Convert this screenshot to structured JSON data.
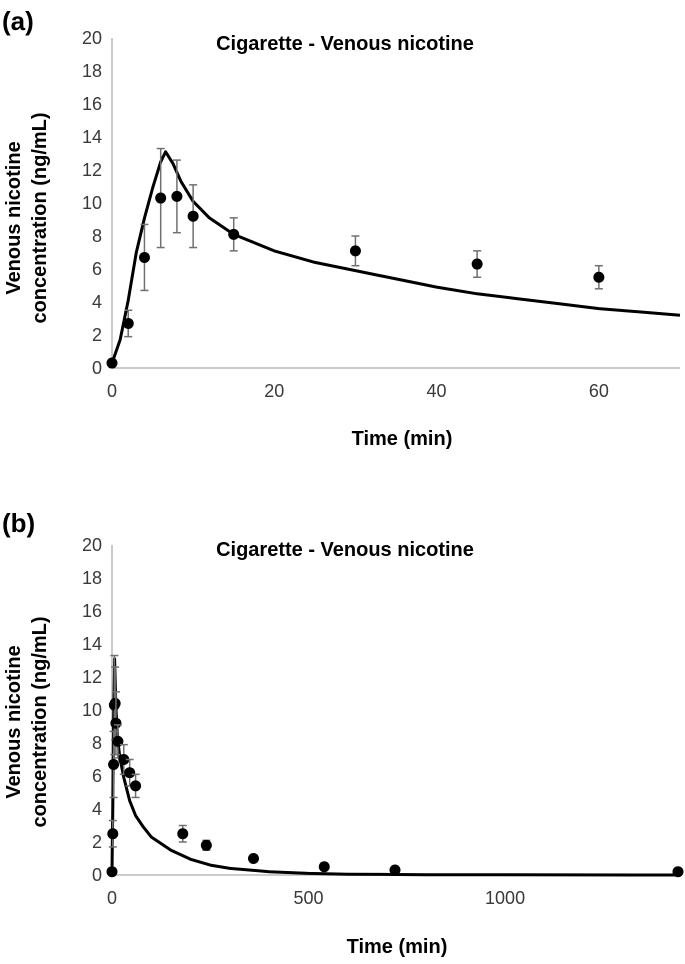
{
  "chart_data": [
    {
      "type": "scatter",
      "panel_label": "(a)",
      "title": "Cigarette - Venous nicotine",
      "xlabel": "Time (min)",
      "ylabel_line1": "Venous nicotine",
      "ylabel_line2": "concentration (ng/mL)",
      "xlim": [
        0,
        70
      ],
      "ylim": [
        0,
        20
      ],
      "xticks": [
        0,
        20,
        40,
        60
      ],
      "yticks": [
        0,
        2,
        4,
        6,
        8,
        10,
        12,
        14,
        16,
        18,
        20
      ],
      "grid": false,
      "observed": [
        {
          "x": 0,
          "y": 0.3,
          "err": 0
        },
        {
          "x": 2,
          "y": 2.7,
          "err": 0.8
        },
        {
          "x": 4,
          "y": 6.7,
          "err": 2.0
        },
        {
          "x": 6,
          "y": 10.3,
          "err": 3.0
        },
        {
          "x": 8,
          "y": 10.4,
          "err": 2.2
        },
        {
          "x": 10,
          "y": 9.2,
          "err": 1.9
        },
        {
          "x": 15,
          "y": 8.1,
          "err": 1.0
        },
        {
          "x": 30,
          "y": 7.1,
          "err": 0.9
        },
        {
          "x": 45,
          "y": 6.3,
          "err": 0.8
        },
        {
          "x": 60,
          "y": 5.5,
          "err": 0.7
        }
      ],
      "model_curve": [
        [
          0,
          0.3
        ],
        [
          1,
          1.7
        ],
        [
          2,
          4.1
        ],
        [
          3,
          7.0
        ],
        [
          4,
          9.1
        ],
        [
          5,
          10.9
        ],
        [
          6,
          12.5
        ],
        [
          6.6,
          13.1
        ],
        [
          7.5,
          12.4
        ],
        [
          8.5,
          11.3
        ],
        [
          10,
          10.1
        ],
        [
          12,
          9.1
        ],
        [
          15,
          8.1
        ],
        [
          20,
          7.1
        ],
        [
          25,
          6.4
        ],
        [
          30,
          5.9
        ],
        [
          35,
          5.4
        ],
        [
          40,
          4.9
        ],
        [
          45,
          4.5
        ],
        [
          50,
          4.2
        ],
        [
          55,
          3.9
        ],
        [
          60,
          3.6
        ],
        [
          65,
          3.4
        ],
        [
          70,
          3.2
        ]
      ]
    },
    {
      "type": "scatter",
      "panel_label": "(b)",
      "title": "Cigarette - Venous nicotine",
      "xlabel": "Time (min)",
      "ylabel_line1": "Venous nicotine",
      "ylabel_line2": "concentration (ng/mL)",
      "xlim": [
        0,
        1440
      ],
      "ylim": [
        0,
        20
      ],
      "xticks": [
        0,
        500,
        1000
      ],
      "yticks": [
        0,
        2,
        4,
        6,
        8,
        10,
        12,
        14,
        16,
        18,
        20
      ],
      "grid": false,
      "observed": [
        {
          "x": 0,
          "y": 0.2,
          "err": 0
        },
        {
          "x": 2,
          "y": 2.5,
          "err": 0.8
        },
        {
          "x": 4,
          "y": 6.7,
          "err": 2.0
        },
        {
          "x": 6,
          "y": 10.3,
          "err": 3.0
        },
        {
          "x": 8,
          "y": 10.4,
          "err": 2.2
        },
        {
          "x": 10,
          "y": 9.2,
          "err": 1.9
        },
        {
          "x": 15,
          "y": 8.1,
          "err": 1.0
        },
        {
          "x": 30,
          "y": 7.0,
          "err": 0.9
        },
        {
          "x": 45,
          "y": 6.2,
          "err": 0.8
        },
        {
          "x": 60,
          "y": 5.4,
          "err": 0.7
        },
        {
          "x": 180,
          "y": 2.5,
          "err": 0.5
        },
        {
          "x": 240,
          "y": 1.8,
          "err": 0.3
        },
        {
          "x": 360,
          "y": 1.0,
          "err": 0.2
        },
        {
          "x": 540,
          "y": 0.5,
          "err": 0.1
        },
        {
          "x": 720,
          "y": 0.3,
          "err": 0.05
        },
        {
          "x": 1440,
          "y": 0.2,
          "err": 0.05
        }
      ],
      "model_curve": [
        [
          0,
          0.3
        ],
        [
          2,
          4.1
        ],
        [
          4,
          9.1
        ],
        [
          6.6,
          13.1
        ],
        [
          10,
          10.1
        ],
        [
          15,
          8.1
        ],
        [
          20,
          7.1
        ],
        [
          30,
          5.9
        ],
        [
          45,
          4.5
        ],
        [
          60,
          3.6
        ],
        [
          80,
          2.9
        ],
        [
          100,
          2.3
        ],
        [
          150,
          1.5
        ],
        [
          200,
          0.95
        ],
        [
          250,
          0.6
        ],
        [
          300,
          0.4
        ],
        [
          400,
          0.2
        ],
        [
          500,
          0.1
        ],
        [
          600,
          0.05
        ],
        [
          800,
          0.02
        ],
        [
          1000,
          0.01
        ],
        [
          1440,
          0.0
        ]
      ]
    }
  ]
}
